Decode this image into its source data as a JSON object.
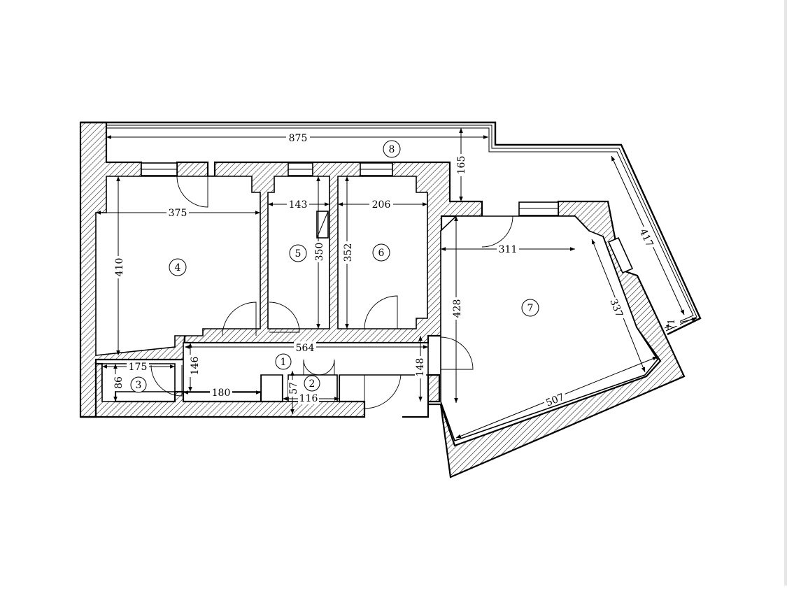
{
  "plan": {
    "dimensions": {
      "terrace_length": "875",
      "terrace_depth": "165",
      "room4_width": "375",
      "room4_height": "410",
      "room5_width": "143",
      "room5_height": "350",
      "room6_width": "206",
      "room6_height": "352",
      "room7_top": "311",
      "room7_height": "428",
      "room7_right": "337",
      "room7_bottom": "507",
      "terrace_side": "417",
      "terrace_small": "71",
      "hall_width": "564",
      "hall_height_left": "146",
      "hall_height_right": "148",
      "room3_width": "175",
      "room3_height": "86",
      "corridor_width": "180",
      "room2_width": "116",
      "room2_height": "57"
    },
    "rooms": {
      "r1": "1",
      "r2": "2",
      "r3": "3",
      "r4": "4",
      "r5": "5",
      "r6": "6",
      "r7": "7",
      "r8": "8"
    }
  }
}
